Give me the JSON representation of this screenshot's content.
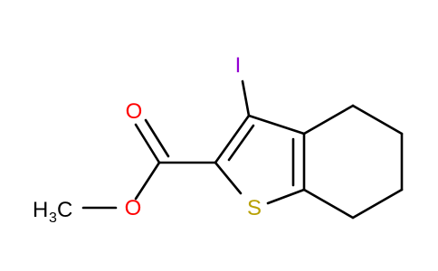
{
  "molecule": {
    "atoms": {
      "iodine": "I",
      "carbonyl_oxygen": "O",
      "ester_oxygen": "O",
      "sulfur": "S",
      "methyl_carbon": "H",
      "methyl_subscript": "3",
      "methyl_c": "C"
    },
    "colors": {
      "iodine": "#9400D3",
      "oxygen": "#FF0000",
      "sulfur": "#B8A000",
      "carbon": "#000000",
      "bond": "#000000"
    }
  }
}
